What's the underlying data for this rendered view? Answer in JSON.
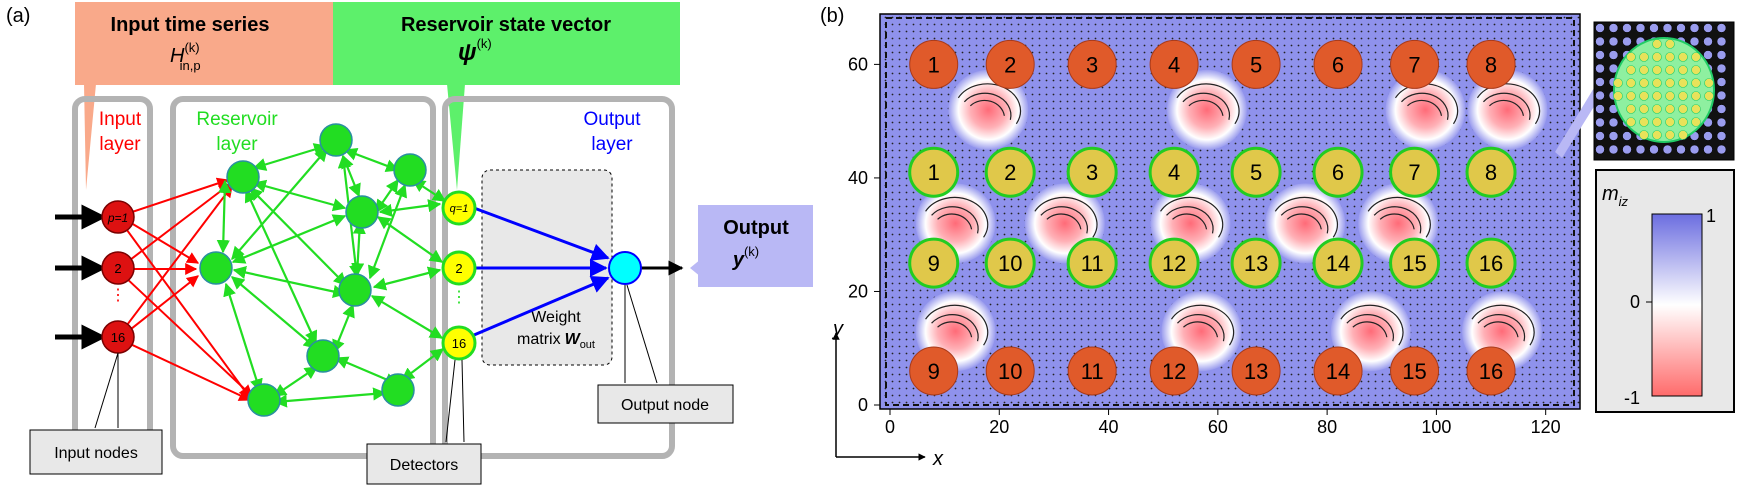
{
  "panel_a": {
    "label": "(a)",
    "input_series": {
      "title": "Input time series",
      "symbol_main": "H",
      "symbol_sup": "(k)",
      "symbol_sub": "in,p"
    },
    "reservoir_state": {
      "title": "Reservoir state vector",
      "symbol_main": "ψ",
      "symbol_sup": "(k)"
    },
    "input_layer": {
      "line1": "Input",
      "line2": "layer"
    },
    "reservoir_layer": {
      "line1": "Reservoir",
      "line2": "layer"
    },
    "output_layer": {
      "line1": "Output",
      "line2": "layer"
    },
    "input_nodes_labels": [
      "p=1",
      "2",
      "16"
    ],
    "detector_labels": [
      "q=1",
      "2",
      "16"
    ],
    "weight": {
      "line1": "Weight",
      "line2_prefix": "matrix",
      "symbol_main": "W",
      "symbol_sub": "out"
    },
    "output": {
      "title": "Output",
      "symbol_main": "y",
      "symbol_sup": "(k)"
    },
    "callouts": {
      "input_nodes": "Input nodes",
      "detectors": "Detectors",
      "output_node": "Output node"
    },
    "colors": {
      "input": "#ff0000",
      "reservoir": "#22dd22",
      "output": "#0000ff",
      "detector": "#ffff00",
      "output_node": "#00ffff",
      "salmon": "#f9a98a",
      "green_banner": "#5df06b",
      "lavender": "#b9b8f5"
    }
  },
  "panel_b": {
    "label": "(b)",
    "x_ticks": [
      "0",
      "20",
      "40",
      "60",
      "80",
      "100",
      "120"
    ],
    "y_ticks": [
      "0",
      "20",
      "40",
      "60"
    ],
    "x_axis_label": "x",
    "y_axis_label": "y",
    "top_row_inputs": [
      "1",
      "2",
      "3",
      "4",
      "5",
      "6",
      "7",
      "8"
    ],
    "detectors_row1": [
      "1",
      "2",
      "3",
      "4",
      "5",
      "6",
      "7",
      "8"
    ],
    "detectors_row2": [
      "9",
      "10",
      "11",
      "12",
      "13",
      "14",
      "15",
      "16"
    ],
    "bottom_row_inputs": [
      "9",
      "10",
      "11",
      "12",
      "13",
      "14",
      "15",
      "16"
    ],
    "colorbar": {
      "label_main": "m",
      "label_sub": "iz",
      "max": "1",
      "mid": "0",
      "min": "-1",
      "colors": {
        "top": "#6b6de0",
        "mid": "#ffffff",
        "bottom": "#ff6b6b"
      }
    }
  }
}
